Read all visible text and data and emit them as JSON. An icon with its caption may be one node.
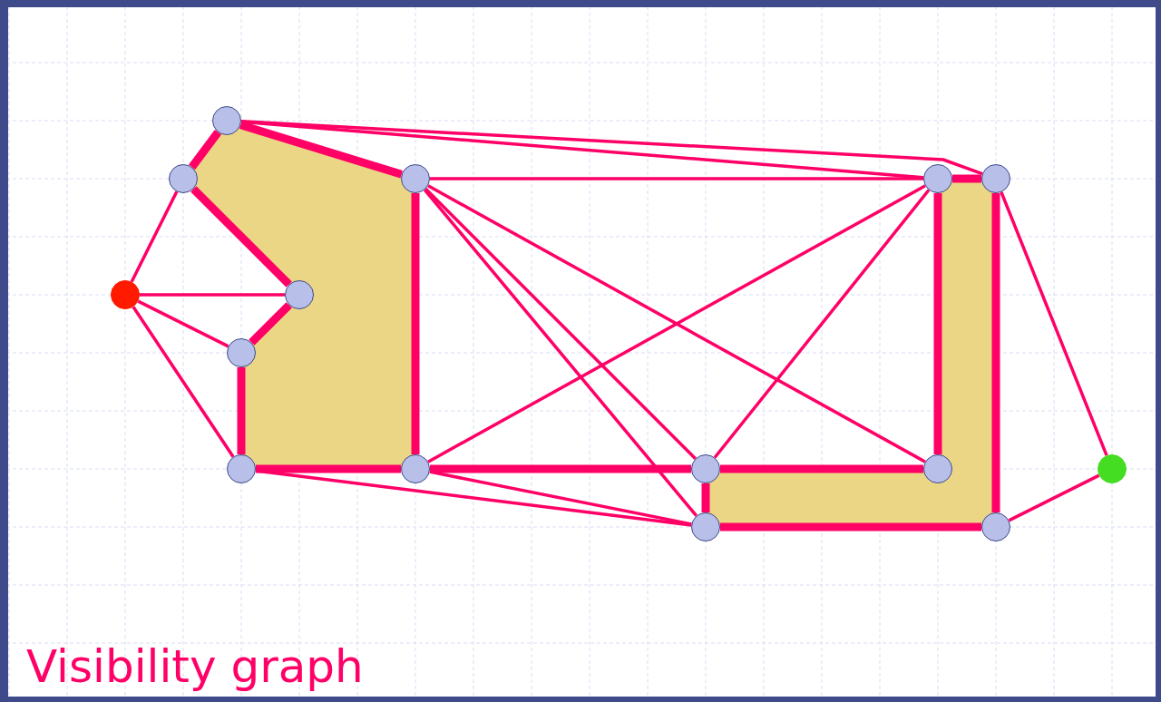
{
  "diagram": {
    "title": "Visibility graph",
    "nodes": [
      {
        "text": [],
        "shape": "circle"
      },
      {
        "text": [],
        "shape": "circle"
      },
      {
        "text": [],
        "shape": "circle"
      },
      {
        "text": [],
        "shape": "circle"
      },
      {
        "text": [],
        "shape": "circle"
      },
      {
        "text": [],
        "shape": "circle"
      },
      {
        "text": [],
        "shape": "circle"
      },
      {
        "text": [],
        "shape": "circle"
      },
      {
        "text": [],
        "shape": "circle"
      },
      {
        "text": [],
        "shape": "circle"
      },
      {
        "text": [],
        "shape": "circle"
      },
      {
        "text": [],
        "shape": "circle"
      },
      {
        "text": [],
        "shape": "circle"
      },
      {
        "text": [],
        "shape": "circle"
      },
      {
        "text": [],
        "shape": "circle"
      }
    ],
    "edges": [
      {
        "from": 0,
        "to": 1,
        "arrow": "none",
        "style": "thick"
      },
      {
        "from": 0,
        "to": 2,
        "arrow": "none",
        "style": "thick"
      },
      {
        "from": 0,
        "to": 3,
        "arrow": "none"
      },
      {
        "from": 0,
        "to": 4,
        "arrow": "none"
      },
      {
        "from": 1,
        "to": 5,
        "arrow": "none"
      },
      {
        "from": 1,
        "to": 6,
        "arrow": "none",
        "style": "thick"
      },
      {
        "from": 5,
        "to": 6,
        "arrow": "none"
      },
      {
        "from": 5,
        "to": 7,
        "arrow": "none"
      },
      {
        "from": 5,
        "to": 8,
        "arrow": "none"
      },
      {
        "from": 6,
        "to": 7,
        "arrow": "none",
        "style": "thick"
      },
      {
        "from": 7,
        "to": 8,
        "arrow": "none",
        "style": "thick"
      },
      {
        "from": 8,
        "to": 9,
        "arrow": "none",
        "style": "thick"
      },
      {
        "from": 2,
        "to": 9,
        "arrow": "none",
        "style": "thick"
      },
      {
        "from": 2,
        "to": 3,
        "arrow": "none"
      },
      {
        "from": 2,
        "to": 10,
        "arrow": "none"
      },
      {
        "from": 2,
        "to": 11,
        "arrow": "none"
      },
      {
        "from": 2,
        "to": 13,
        "arrow": "none"
      },
      {
        "from": 3,
        "to": 4,
        "arrow": "none",
        "style": "thick"
      },
      {
        "from": 3,
        "to": 9,
        "arrow": "none"
      },
      {
        "from": 3,
        "to": 10,
        "arrow": "none"
      },
      {
        "from": 3,
        "to": 11,
        "arrow": "none",
        "style": "thick"
      },
      {
        "from": 4,
        "to": 14,
        "arrow": "none",
        "style": "thick"
      },
      {
        "from": 4,
        "to": 12,
        "arrow": "none"
      },
      {
        "from": 9,
        "to": 10,
        "arrow": "none",
        "style": "thick"
      },
      {
        "from": 9,
        "to": 13,
        "arrow": "none"
      },
      {
        "from": 8,
        "to": 13,
        "arrow": "none"
      },
      {
        "from": 10,
        "to": 11,
        "arrow": "none",
        "style": "thick"
      },
      {
        "from": 10,
        "to": 13,
        "arrow": "none",
        "style": "thick"
      },
      {
        "from": 13,
        "to": 14,
        "arrow": "none",
        "style": "thick"
      },
      {
        "from": 14,
        "to": 12,
        "arrow": "none"
      }
    ]
  }
}
